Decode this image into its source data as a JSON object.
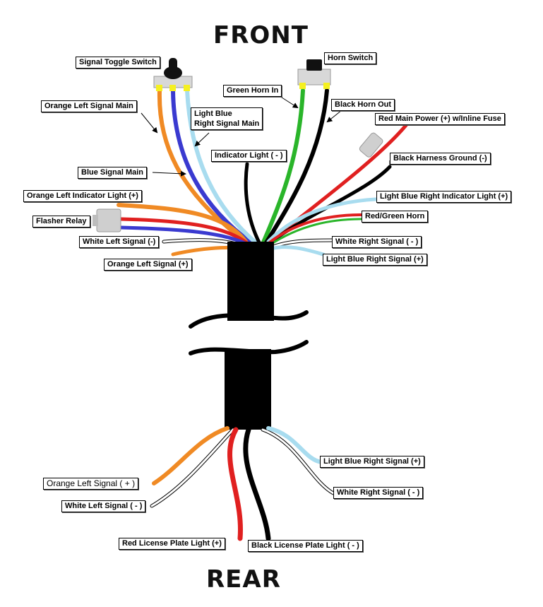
{
  "title_front": "FRONT",
  "title_rear": "REAR",
  "labels": {
    "signal_toggle_switch": "Signal Toggle Switch",
    "horn_switch": "Horn Switch",
    "green_horn_in": "Green Horn In",
    "black_horn_out": "Black Horn Out",
    "orange_left_signal_main": "Orange Left Signal Main",
    "light_blue_right_signal_main_line1": "Light Blue",
    "light_blue_right_signal_main_line2": "Right Signal Main",
    "red_main_power": "Red Main Power (+) w/Inline Fuse",
    "indicator_light": "Indicator Light ( - )",
    "black_harness_ground": "Black Harness Ground (-)",
    "blue_signal_main": "Blue Signal Main",
    "orange_left_indicator_light": "Orange Left Indicator Light  (+)",
    "light_blue_right_indicator_light": "Light Blue Right Indicator Light (+)",
    "red_green_horn": "Red/Green Horn",
    "flasher_relay": "Flasher Relay",
    "white_left_signal_front": "White Left Signal (-)",
    "white_right_signal_front": "White Right Signal ( - )",
    "orange_left_signal_front": "Orange Left Signal (+)",
    "light_blue_right_signal_front": "Light Blue Right Signal (+)",
    "light_blue_right_signal_rear": "Light Blue Right Signal (+)",
    "orange_left_signal_rear": "Orange Left Signal ( + )",
    "white_right_signal_rear": "White Right Signal ( - )",
    "white_left_signal_rear": "White Left Signal ( - )",
    "red_license_plate_light": "Red License Plate Light (+)",
    "black_license_plate_light": "Black License Plate Light ( - )"
  },
  "colors": {
    "orange": "#f08a24",
    "blue": "#3a3ad0",
    "light_blue": "#a8dcef",
    "green": "#2ab52a",
    "red": "#e02020",
    "black": "#000000",
    "white": "#ffffff",
    "terminal_yellow": "#f5f020",
    "connector_gray": "#cccccc",
    "harness": "#000000"
  },
  "icons": {
    "toggle_switch": "toggle-switch-icon",
    "horn_switch": "push-button-icon",
    "flasher_relay": "relay-connector-icon",
    "inline_fuse": "inline-fuse-icon"
  }
}
